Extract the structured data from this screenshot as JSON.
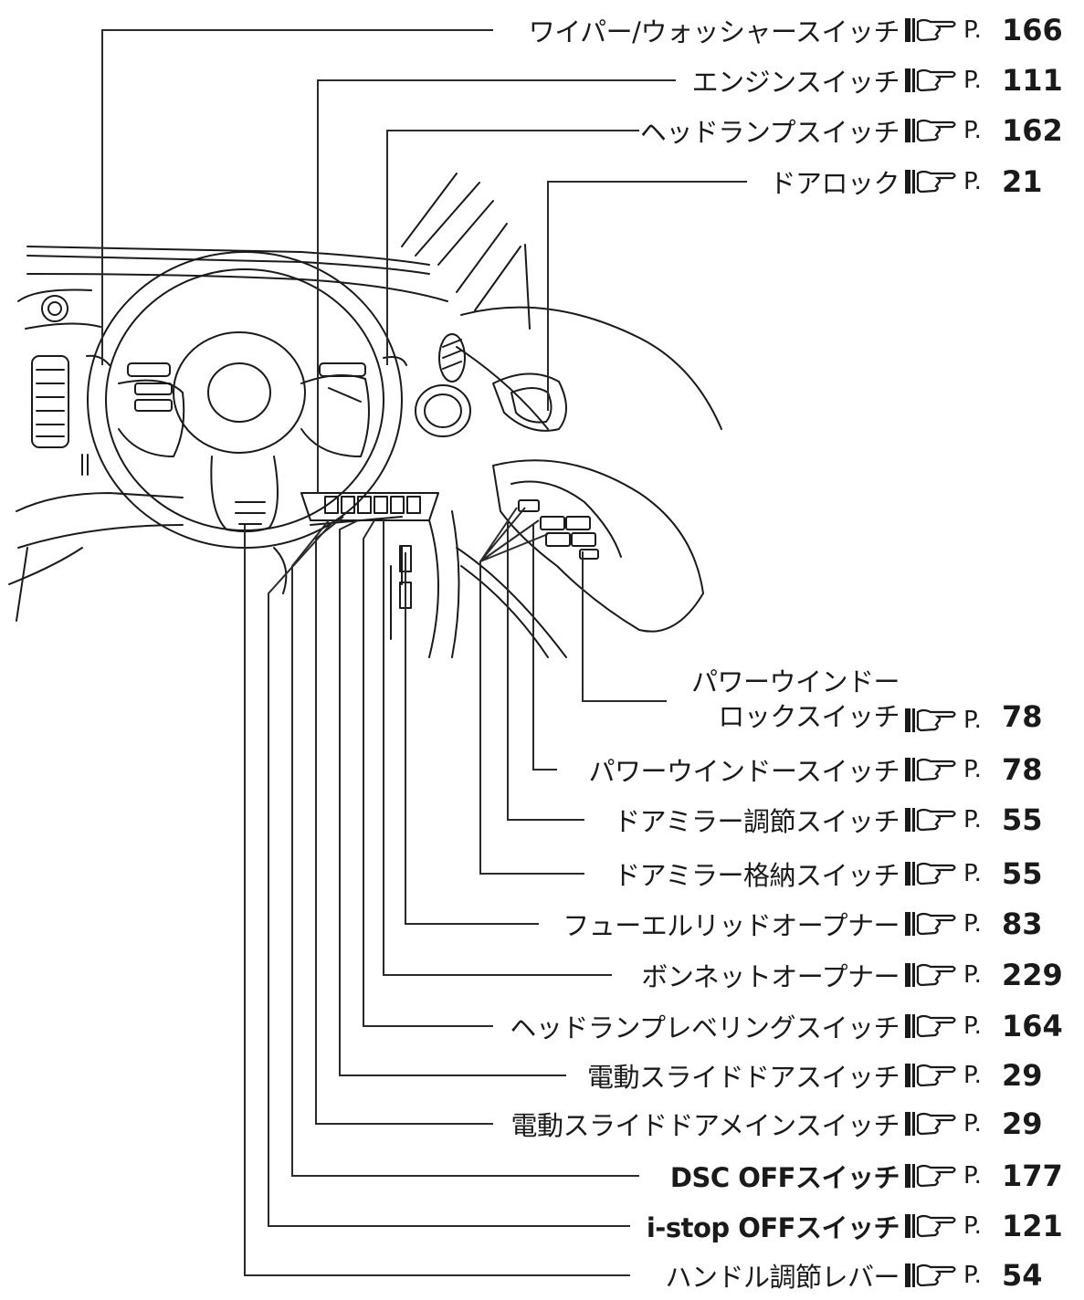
{
  "callouts": [
    {
      "label": "ワイパー/ウォッシャースイッチ",
      "page_prefix": "P.",
      "page": "166"
    },
    {
      "label": "エンジンスイッチ",
      "page_prefix": "P.",
      "page": "111"
    },
    {
      "label": "ヘッドランプスイッチ",
      "page_prefix": "P.",
      "page": "162"
    },
    {
      "label": "ドアロック",
      "page_prefix": "P.",
      "page": "21"
    },
    {
      "label_line1": "パワーウインドー",
      "label_line2": "ロックスイッチ",
      "page_prefix": "P.",
      "page": "78"
    },
    {
      "label": "パワーウインドースイッチ",
      "page_prefix": "P.",
      "page": "78"
    },
    {
      "label": "ドアミラー調節スイッチ",
      "page_prefix": "P.",
      "page": "55"
    },
    {
      "label": "ドアミラー格納スイッチ",
      "page_prefix": "P.",
      "page": "55"
    },
    {
      "label": "フューエルリッドオープナー",
      "page_prefix": "P.",
      "page": "83"
    },
    {
      "label": "ボンネットオープナー",
      "page_prefix": "P.",
      "page": "229"
    },
    {
      "label": "ヘッドランプレベリングスイッチ",
      "page_prefix": "P.",
      "page": "164"
    },
    {
      "label": "電動スライドドアスイッチ",
      "page_prefix": "P.",
      "page": "29"
    },
    {
      "label": "電動スライドドアメインスイッチ",
      "page_prefix": "P.",
      "page": "29"
    },
    {
      "label": "DSC OFFスイッチ",
      "page_prefix": "P.",
      "page": "177"
    },
    {
      "label": "i-stop OFFスイッチ",
      "page_prefix": "P.",
      "page": "121"
    },
    {
      "label": "ハンドル調節レバー",
      "page_prefix": "P.",
      "page": "54"
    }
  ],
  "icon": "pointing-hand-reference-icon",
  "colors": {
    "line": "#1a1a1a",
    "leader": "#2a2a2a",
    "background": "#ffffff"
  }
}
